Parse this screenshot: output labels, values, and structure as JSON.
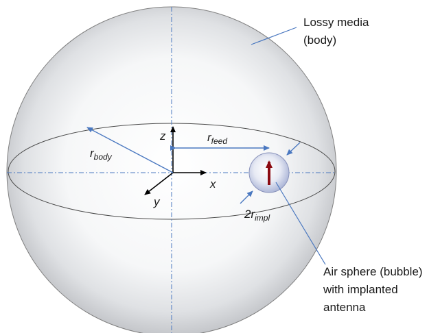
{
  "labels": {
    "lossy_media_line1": "Lossy media",
    "lossy_media_line2": "(body)",
    "air_sphere_line1": "Air sphere (bubble)",
    "air_sphere_line2": "with implanted",
    "air_sphere_line3": "antenna",
    "axis_x": "x",
    "axis_y": "y",
    "axis_z": "z",
    "r_body_symbol": "r",
    "r_body_subscript": "body",
    "r_feed_symbol": "r",
    "r_feed_subscript": "feed",
    "impl_prefix": "2r",
    "impl_subscript": "impl"
  },
  "colors": {
    "body_sphere_edge": "#808080",
    "body_sphere_fill_center": "#ffffff",
    "body_sphere_fill_edge": "#c4c6ca",
    "guide_line": "#4a78c0",
    "dimension_arrow": "#4a78c0",
    "axis": "#000000",
    "bubble_fill": "#c6cde6",
    "antenna": "#8b0a12"
  },
  "icons": {
    "antenna": "antenna-arrow-icon"
  }
}
